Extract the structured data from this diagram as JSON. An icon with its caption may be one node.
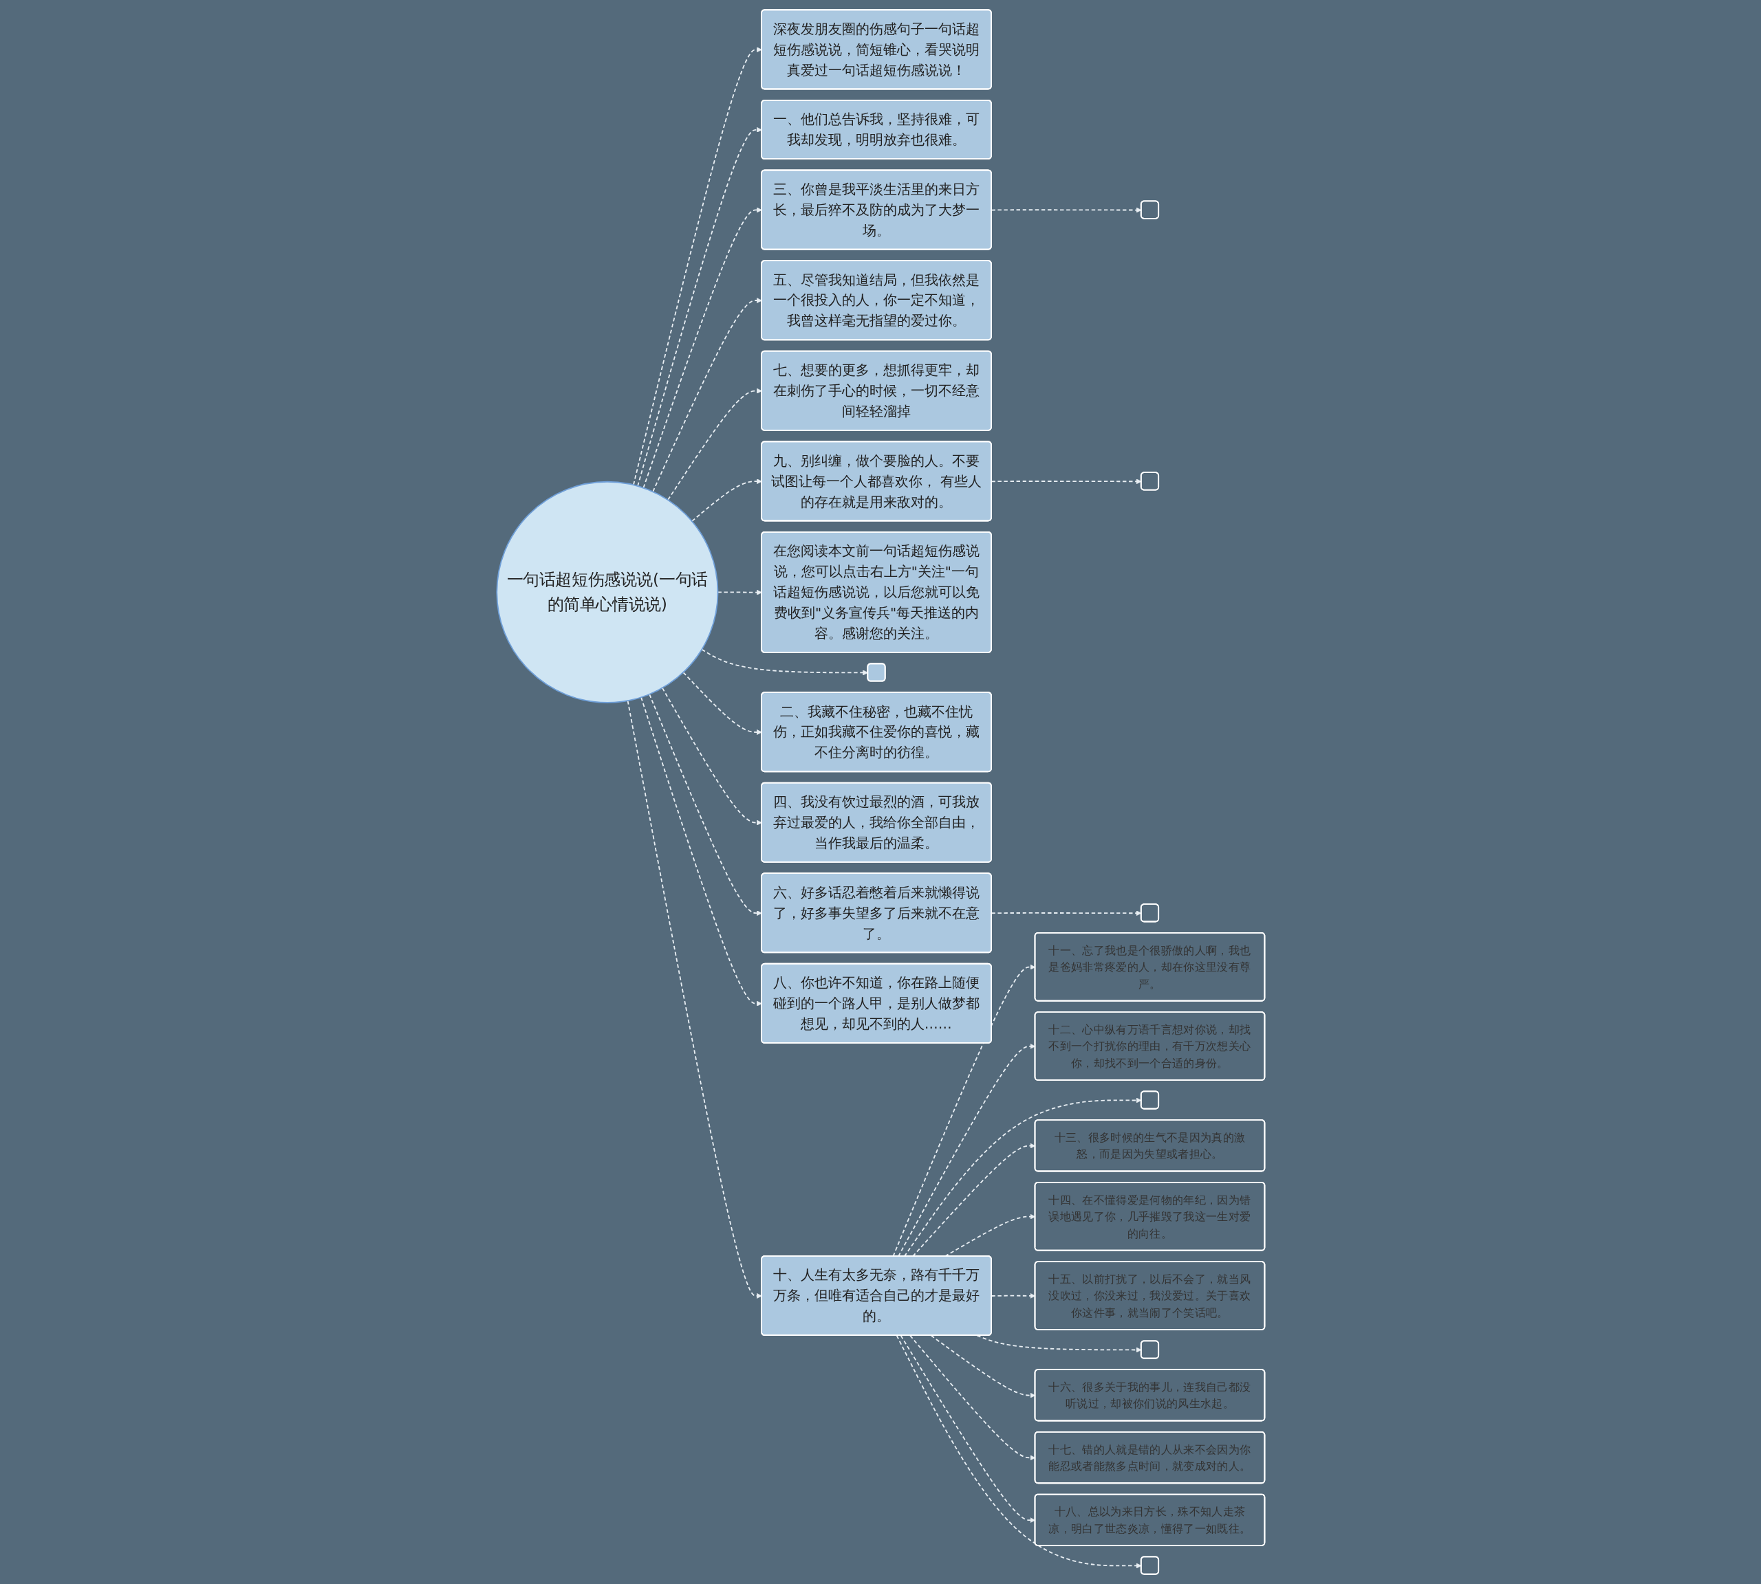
{
  "diagram": {
    "nodes": [
      {
        "text": [
          "一句话超短伤感说说(一句话的简单心情说说)"
        ]
      },
      {
        "text": [
          "深夜发朋友圈的伤感句子一句话超短伤感说说，简短锥心，看哭说明真爱过一句话超短伤感说说！"
        ]
      },
      {
        "text": [
          "一、他们总告诉我，坚持很难，可我却发现，明明放弃也很难。"
        ]
      },
      {
        "text": [
          "三、你曾是我平淡生活里的来日方长，最后猝不及防的成为了大梦一场。"
        ]
      },
      {
        "text": [],
        "shape": "box"
      },
      {
        "text": [
          "五、尽管我知道结局，但我依然是一个很投入的人，你一定不知道，我曾这样毫无指望的爱过你。"
        ]
      },
      {
        "text": [
          "七、想要的更多，想抓得更牢，却在刺伤了手心的时候，一切不经意间轻轻溜掉"
        ]
      },
      {
        "text": [
          "九、别纠缠，做个要脸的人。不要试图让每一个人都喜欢你， 有些人的存在就是用来敌对的。"
        ]
      },
      {
        "text": [],
        "shape": "box"
      },
      {
        "text": [
          "在您阅读本文前一句话超短伤感说说，您可以点击右上方\"关注\"一句话超短伤感说说，以后您就可以免费收到\"义务宣传兵\"每天推送的内容。感谢您的关注。"
        ]
      },
      {
        "text": [],
        "shape": "box"
      },
      {
        "text": [
          "二、我藏不住秘密，也藏不住忧伤，正如我藏不住爱你的喜悦，藏不住分离时的彷徨。"
        ]
      },
      {
        "text": [
          "四、我没有饮过最烈的酒，可我放弃过最爱的人，我给你全部自由，当作我最后的温柔。"
        ]
      },
      {
        "text": [
          "六、好多话忍着憋着后来就懒得说了，好多事失望多了后来就不在意了。"
        ]
      },
      {
        "text": [],
        "shape": "box"
      },
      {
        "text": [
          "八、你也许不知道，你在路上随便碰到的一个路人甲，是别人做梦都想见，却见不到的人……"
        ]
      },
      {
        "text": [
          "十、人生有太多无奈，路有千千万万条，但唯有适合自己的才是最好的。"
        ]
      },
      {
        "text": [
          "十一、忘了我也是个很骄傲的人啊，我也是爸妈非常疼爱的人，却在你这里没有尊严。"
        ]
      },
      {
        "text": [
          "十二、心中纵有万语千言想对你说，却找不到一个打扰你的理由，有千万次想关心你，却找不到一个合适的身份。"
        ]
      },
      {
        "text": [],
        "shape": "box"
      },
      {
        "text": [
          "十三、很多时候的生气不是因为真的激怒，而是因为失望或者担心。"
        ]
      },
      {
        "text": [
          "十四、在不懂得爱是何物的年纪，因为错误地遇见了你，几乎摧毁了我这一生对爱的向往。"
        ]
      },
      {
        "text": [
          "十五、以前打扰了，以后不会了，就当风没吹过，你没来过，我没爱过。关于喜欢你这件事，就当闹了个笑话吧。"
        ]
      },
      {
        "text": [],
        "shape": "box"
      },
      {
        "text": [
          "十六、很多关于我的事儿，连我自己都没听说过，却被你们说的风生水起。"
        ]
      },
      {
        "text": [
          "十七、错的人就是错的人从来不会因为你能忍或者能熬多点时间，就变成对的人。"
        ]
      },
      {
        "text": [
          "十八、总以为来日方长，殊不知人走茶凉，明白了世态炎凉，懂得了一如既往。"
        ]
      },
      {
        "text": [],
        "shape": "box"
      }
    ],
    "edges": [
      {
        "from": 0,
        "to": 1,
        "arrow": "to",
        "style": "dashed"
      },
      {
        "from": 0,
        "to": 2,
        "arrow": "to",
        "style": "dashed"
      },
      {
        "from": 0,
        "to": 3,
        "arrow": "to",
        "style": "dashed"
      },
      {
        "from": 3,
        "to": 4,
        "arrow": "to",
        "style": "dashed"
      },
      {
        "from": 0,
        "to": 5,
        "arrow": "to",
        "style": "dashed"
      },
      {
        "from": 0,
        "to": 6,
        "arrow": "to",
        "style": "dashed"
      },
      {
        "from": 0,
        "to": 7,
        "arrow": "to",
        "style": "dashed"
      },
      {
        "from": 7,
        "to": 8,
        "arrow": "to",
        "style": "dashed"
      },
      {
        "from": 0,
        "to": 9,
        "arrow": "to",
        "style": "dashed"
      },
      {
        "from": 0,
        "to": 10,
        "arrow": "to",
        "style": "dashed"
      },
      {
        "from": 0,
        "to": 11,
        "arrow": "to",
        "style": "dashed"
      },
      {
        "from": 0,
        "to": 12,
        "arrow": "to",
        "style": "dashed"
      },
      {
        "from": 0,
        "to": 13,
        "arrow": "to",
        "style": "dashed"
      },
      {
        "from": 13,
        "to": 14,
        "arrow": "to",
        "style": "dashed"
      },
      {
        "from": 0,
        "to": 15,
        "arrow": "to",
        "style": "dashed"
      },
      {
        "from": 0,
        "to": 16,
        "arrow": "to",
        "style": "dashed"
      },
      {
        "from": 16,
        "to": 17,
        "arrow": "to",
        "style": "dashed"
      },
      {
        "from": 16,
        "to": 18,
        "arrow": "to",
        "style": "dashed"
      },
      {
        "from": 16,
        "to": 19,
        "arrow": "to",
        "style": "dashed"
      },
      {
        "from": 16,
        "to": 20,
        "arrow": "to",
        "style": "dashed"
      },
      {
        "from": 16,
        "to": 21,
        "arrow": "to",
        "style": "dashed"
      },
      {
        "from": 16,
        "to": 22,
        "arrow": "to",
        "style": "dashed"
      },
      {
        "from": 16,
        "to": 23,
        "arrow": "to",
        "style": "dashed"
      },
      {
        "from": 16,
        "to": 24,
        "arrow": "to",
        "style": "dashed"
      },
      {
        "from": 16,
        "to": 25,
        "arrow": "to",
        "style": "dashed"
      },
      {
        "from": 16,
        "to": 26,
        "arrow": "to",
        "style": "dashed"
      },
      {
        "from": 16,
        "to": 27,
        "arrow": "to",
        "style": "dashed"
      }
    ]
  }
}
